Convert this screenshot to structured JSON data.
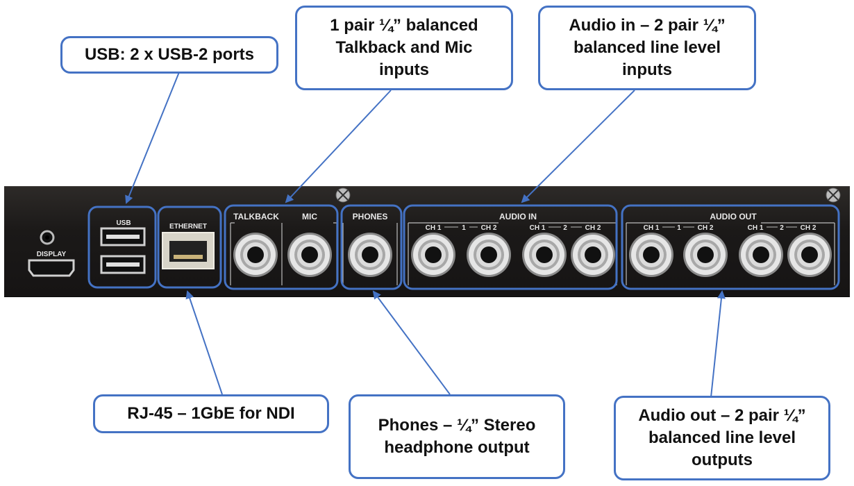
{
  "callouts": {
    "usb": "USB: 2 x USB-2 ports",
    "talkback_mic": "1 pair ¼” balanced\nTalkback and Mic\ninputs",
    "audio_in": "Audio in – 2 pair ¼”\nbalanced line level\ninputs",
    "rj45": "RJ-45 – 1GbE for NDI",
    "phones": "Phones – ¼” Stereo\nheadphone output",
    "audio_out": "Audio out – 2 pair ¼”\nbalanced line level\noutputs"
  },
  "panel": {
    "display": "DISPLAY",
    "usb": "USB",
    "ethernet": "ETHERNET",
    "talkback": "TALKBACK",
    "mic": "MIC",
    "phones": "PHONES",
    "audio_in": "AUDIO IN",
    "audio_out": "AUDIO OUT",
    "ch1": "CH 1",
    "ch2": "CH 2",
    "pair1": "1",
    "pair2": "2"
  },
  "colors": {
    "callout_border": "#4472c4",
    "panel": "#1b1918",
    "arrow": "#4472c4"
  }
}
